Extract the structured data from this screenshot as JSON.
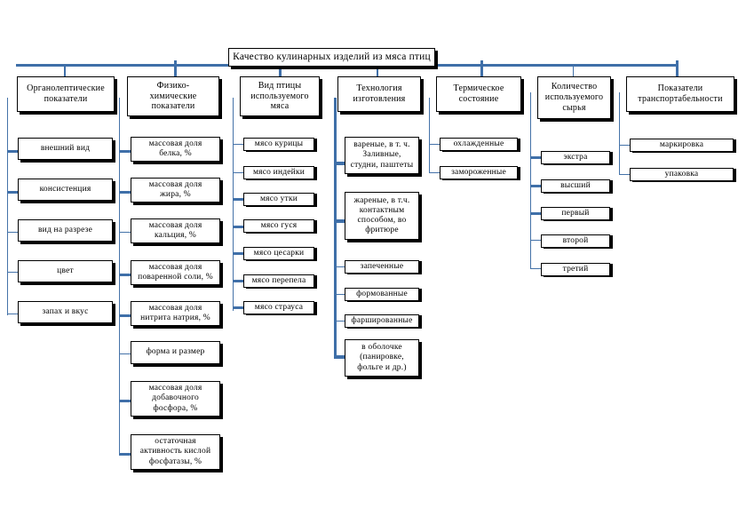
{
  "diagram": {
    "title": "Качество кулинарных изделий из мяса птиц",
    "accent_color": "#4472a8",
    "box_border_color": "#000000",
    "background": "#ffffff",
    "type": "tree-hierarchy",
    "branches": [
      {
        "id": "organoleptic",
        "label": "Органолептические показатели",
        "children": [
          {
            "label": "внешний вид"
          },
          {
            "label": "консистенция"
          },
          {
            "label": "вид на разрезе"
          },
          {
            "label": "цвет"
          },
          {
            "label": "запах и вкус"
          }
        ]
      },
      {
        "id": "physico-chemical",
        "label": "Физико-\nхимические\nпоказатели",
        "children": [
          {
            "label": "массовая доля\nбелка, %"
          },
          {
            "label": "массовая доля\nжира, %"
          },
          {
            "label": "массовая доля\nкальция, %"
          },
          {
            "label": "массовая доля\nповаренной соли, %"
          },
          {
            "label": "массовая доля\nнитрита натрия, %"
          },
          {
            "label": "форма и размер"
          },
          {
            "label": "массовая доля\nдобавочного\nфосфора, %"
          },
          {
            "label": "остаточная\nактивность кислой\nфосфатазы, %"
          }
        ]
      },
      {
        "id": "bird-type",
        "label": "Вид птицы\nиспользуемого\nмяса",
        "children": [
          {
            "label": "мясо курицы"
          },
          {
            "label": "мясо индейки"
          },
          {
            "label": "мясо утки"
          },
          {
            "label": "мясо гуся"
          },
          {
            "label": "мясо цесарки"
          },
          {
            "label": "мясо перепела"
          },
          {
            "label": "мясо страуса"
          }
        ]
      },
      {
        "id": "technology",
        "label": "Технология\nизготовления",
        "children": [
          {
            "label": "вареные, в т. ч.\nЗаливные,\nстудни, паштеты"
          },
          {
            "label": "жареные, в  т.ч.\nконтактным\nспособом, во\nфритюре"
          },
          {
            "label": "запеченные"
          },
          {
            "label": "формованные"
          },
          {
            "label": "фаршированные"
          },
          {
            "label": "в оболочке\n(панировке,\nфольге и др.)"
          }
        ]
      },
      {
        "id": "thermal-state",
        "label": "Термическое\nсостояние",
        "children": [
          {
            "label": "охлажденные"
          },
          {
            "label": "замороженные"
          }
        ]
      },
      {
        "id": "raw-quantity",
        "label": "Количество\nиспользуемого\nсырья",
        "children": [
          {
            "label": "экстра"
          },
          {
            "label": "высший"
          },
          {
            "label": "первый"
          },
          {
            "label": "второй"
          },
          {
            "label": "третий"
          }
        ]
      },
      {
        "id": "transportability",
        "label": "Показатели\nтранспортабельности",
        "children": [
          {
            "label": "маркировка"
          },
          {
            "label": "упаковка"
          }
        ]
      }
    ]
  }
}
